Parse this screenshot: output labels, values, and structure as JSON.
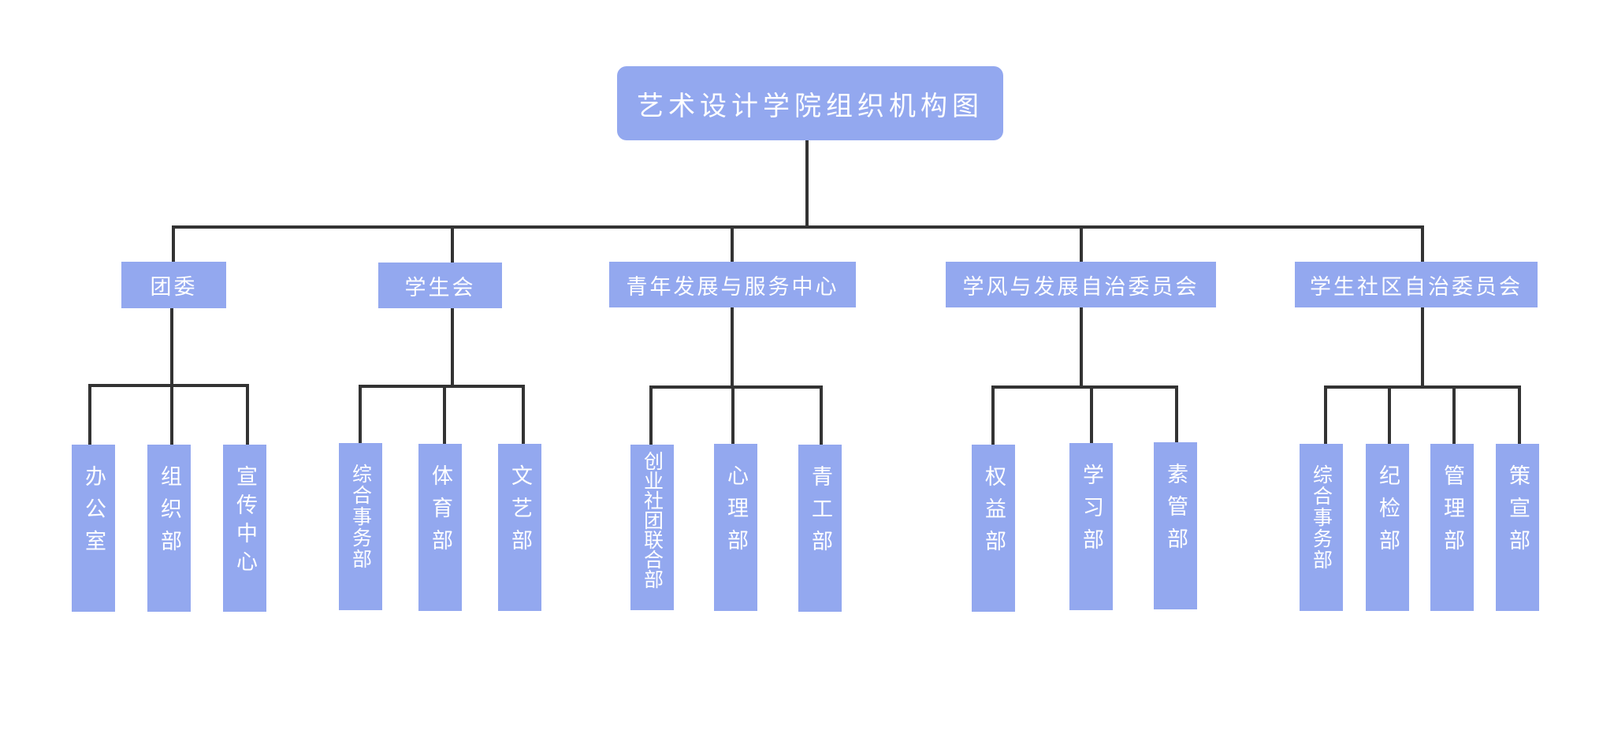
{
  "colors": {
    "node_fill": "#93a8ef",
    "node_text": "#ffffff",
    "connector": "#333333"
  },
  "root": {
    "label": "艺术设计学院组织机构图"
  },
  "branches": [
    {
      "label": "团委",
      "children": [
        "办公室",
        "组织部",
        "宣传中心"
      ]
    },
    {
      "label": "学生会",
      "children": [
        "综合事务部",
        "体育部",
        "文艺部"
      ]
    },
    {
      "label": "青年发展与服务中心",
      "children": [
        "创业社团联合部",
        "心理部",
        "青工部"
      ]
    },
    {
      "label": "学风与发展自治委员会",
      "children": [
        "权益部",
        "学习部",
        "素管部"
      ]
    },
    {
      "label": "学生社区自治委员会",
      "children": [
        "综合事务部",
        "纪检部",
        "管理部",
        "策宣部"
      ]
    }
  ]
}
